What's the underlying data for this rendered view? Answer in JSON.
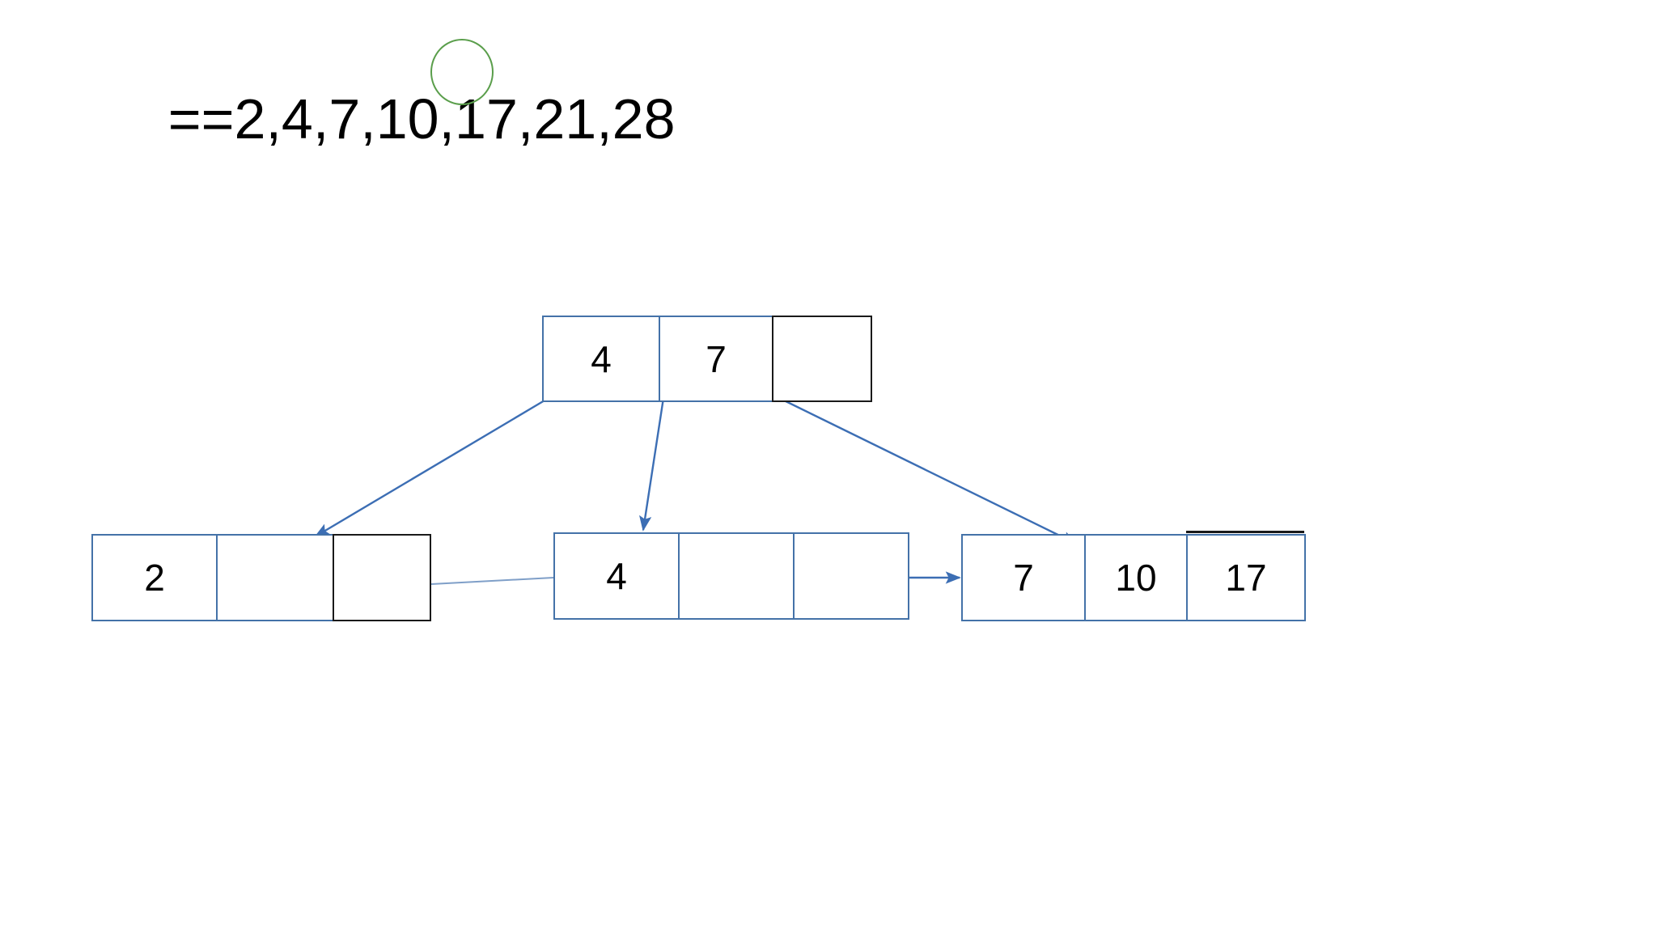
{
  "title": {
    "full_text": "==2,4,7,10,17,21,28",
    "prefix": "==2,4,7,10,",
    "highlighted": "17",
    "suffix": ",21,28",
    "highlight_shape": "ellipse",
    "highlight_color": "#5a9e4b"
  },
  "colors": {
    "node_border": "#4472a8",
    "dark_border": "#1a1a1a",
    "edge": "#3c6eb4",
    "text": "#000000",
    "background": "#ffffff"
  },
  "diagram": {
    "type": "b-plus-tree",
    "root": {
      "label": "root-node",
      "cells": [
        {
          "value": "4",
          "style": "blue"
        },
        {
          "value": "7",
          "style": "blue"
        },
        {
          "value": "",
          "style": "black"
        }
      ]
    },
    "leaves": [
      {
        "label": "leaf-node-1",
        "cells": [
          {
            "value": "2",
            "style": "blue"
          },
          {
            "value": "",
            "style": "blue"
          },
          {
            "value": "",
            "style": "black"
          }
        ]
      },
      {
        "label": "leaf-node-2",
        "cells": [
          {
            "value": "4",
            "style": "blue"
          },
          {
            "value": "",
            "style": "blue"
          },
          {
            "value": "",
            "style": "blue"
          }
        ]
      },
      {
        "label": "leaf-node-3",
        "cells": [
          {
            "value": "7",
            "style": "blue"
          },
          {
            "value": "10",
            "style": "blue"
          },
          {
            "value": "17",
            "style": "blue"
          }
        ]
      }
    ],
    "edges": [
      {
        "name": "root-to-leaf-1",
        "arrowhead": true
      },
      {
        "name": "root-to-leaf-2",
        "arrowhead": true
      },
      {
        "name": "root-to-leaf-3",
        "arrowhead": true
      },
      {
        "name": "leaf-1-to-leaf-2",
        "arrowhead": false
      },
      {
        "name": "leaf-2-to-leaf-3",
        "arrowhead": true
      }
    ]
  }
}
